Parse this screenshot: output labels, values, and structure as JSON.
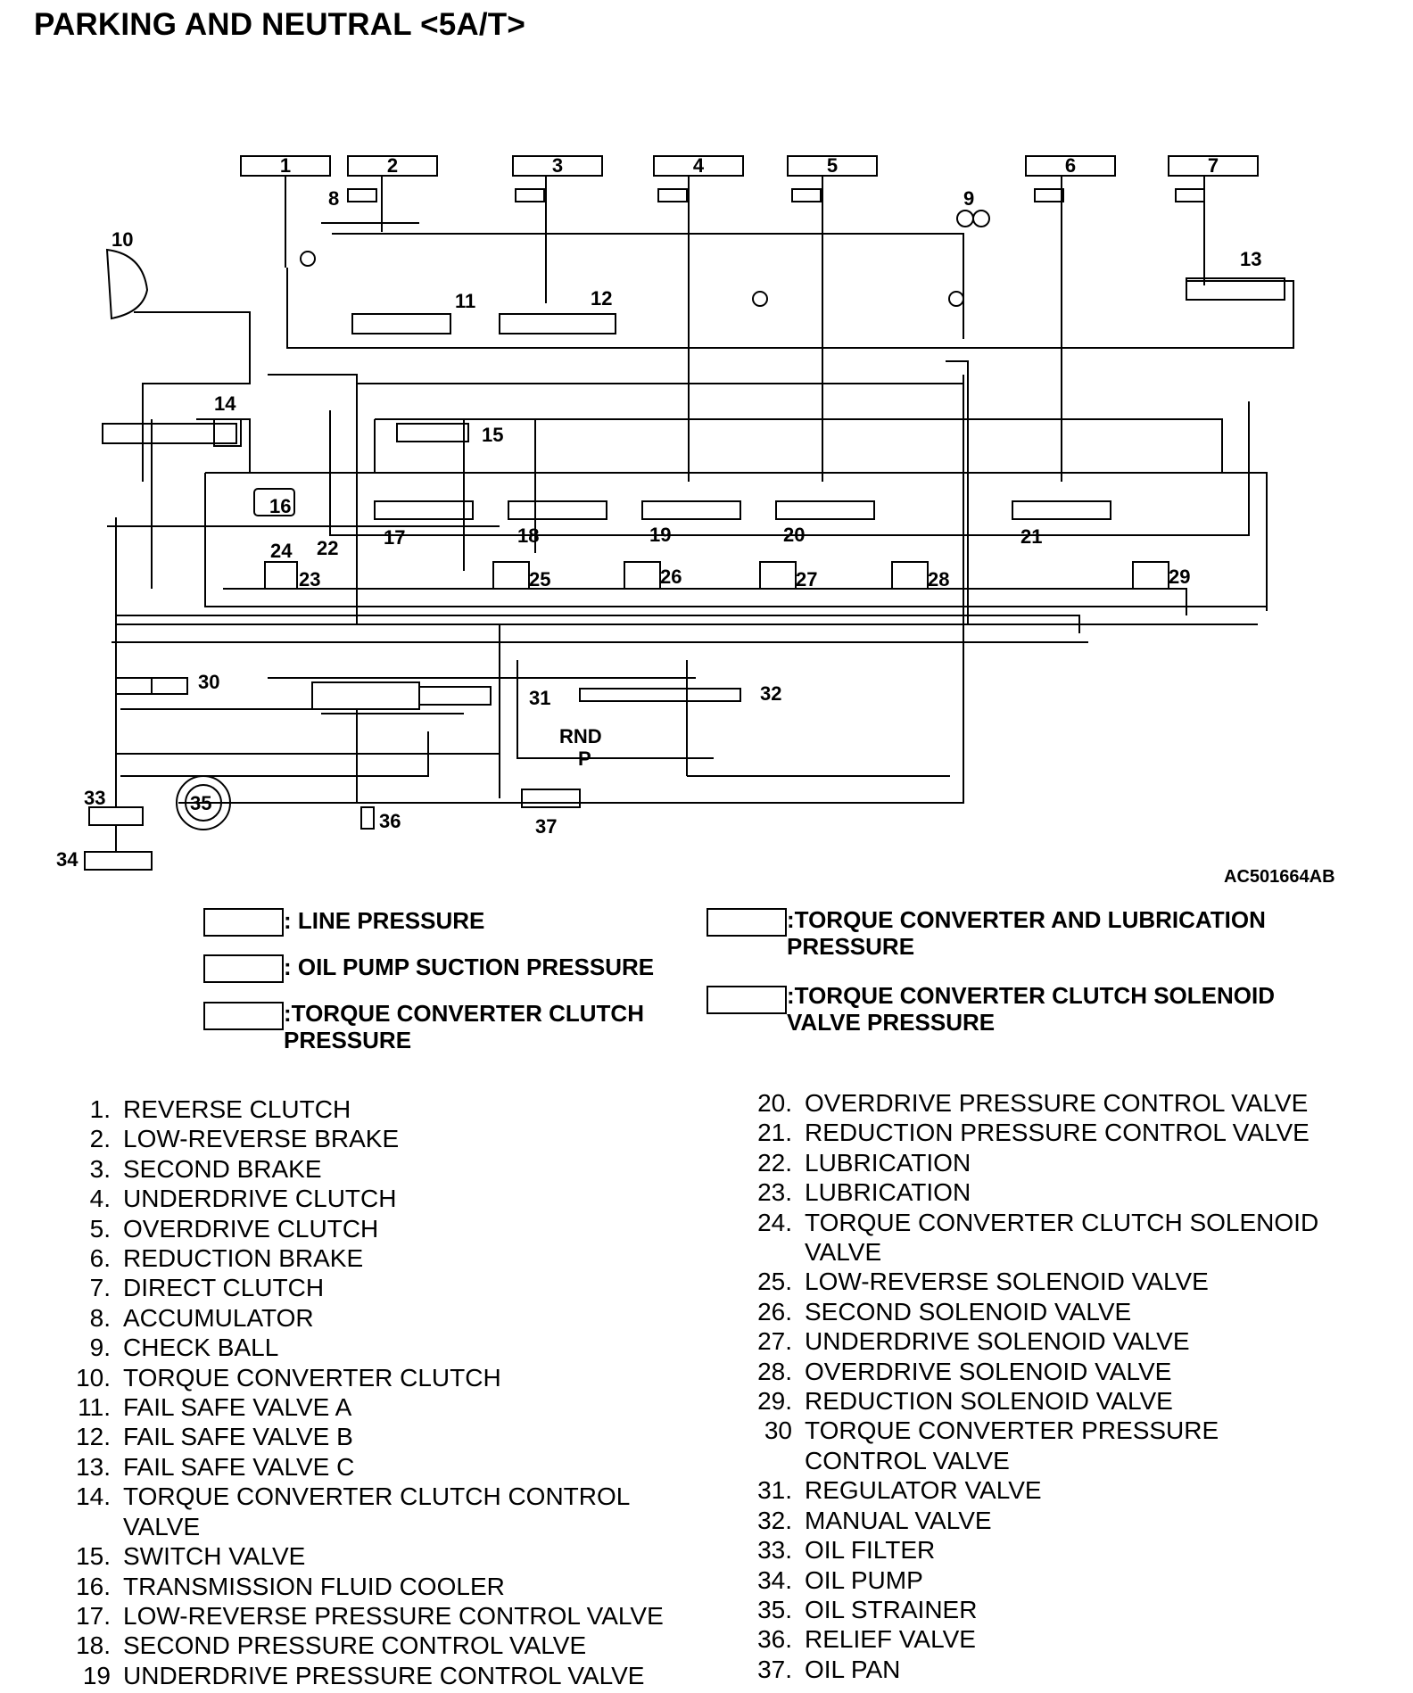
{
  "title": "PARKING AND NEUTRAL <5A/T>",
  "figure_code": "AC501664AB",
  "diagram": {
    "top_numbers": [
      "1",
      "2",
      "3",
      "4",
      "5",
      "6",
      "7"
    ],
    "callouts": [
      "8",
      "9",
      "10",
      "11",
      "12",
      "13",
      "14",
      "15",
      "16",
      "17",
      "18",
      "19",
      "20",
      "21",
      "22",
      "23",
      "24",
      "25",
      "26",
      "27",
      "28",
      "29",
      "30",
      "31",
      "32",
      "33",
      "34",
      "35",
      "36",
      "37"
    ],
    "manual_positions": [
      "RND",
      "P"
    ]
  },
  "legend": [
    {
      "text": ": LINE PRESSURE"
    },
    {
      "text": ": OIL PUMP SUCTION PRESSURE"
    },
    {
      "text": ":TORQUE CONVERTER CLUTCH\n PRESSURE"
    },
    {
      "text": ":TORQUE CONVERTER AND LUBRICATION\n PRESSURE"
    },
    {
      "text": ":TORQUE CONVERTER CLUTCH SOLENOID\n VALVE PRESSURE"
    }
  ],
  "parts_left": [
    {
      "num": "1.",
      "label": "REVERSE CLUTCH"
    },
    {
      "num": "2.",
      "label": "LOW-REVERSE BRAKE"
    },
    {
      "num": "3.",
      "label": "SECOND BRAKE"
    },
    {
      "num": "4.",
      "label": "UNDERDRIVE CLUTCH"
    },
    {
      "num": "5.",
      "label": "OVERDRIVE CLUTCH"
    },
    {
      "num": "6.",
      "label": "REDUCTION BRAKE"
    },
    {
      "num": "7.",
      "label": "DIRECT CLUTCH"
    },
    {
      "num": "8.",
      "label": "ACCUMULATOR"
    },
    {
      "num": "9.",
      "label": "CHECK BALL"
    },
    {
      "num": "10.",
      "label": "TORQUE CONVERTER CLUTCH"
    },
    {
      "num": "11.",
      "label": "FAIL SAFE VALVE A"
    },
    {
      "num": "12.",
      "label": "FAIL SAFE VALVE B"
    },
    {
      "num": "13.",
      "label": "FAIL SAFE VALVE C"
    },
    {
      "num": "14.",
      "label": "TORQUE CONVERTER CLUTCH CONTROL\nVALVE"
    },
    {
      "num": "15.",
      "label": "SWITCH VALVE"
    },
    {
      "num": "16.",
      "label": "TRANSMISSION FLUID COOLER"
    },
    {
      "num": "17.",
      "label": "LOW-REVERSE PRESSURE CONTROL VALVE"
    },
    {
      "num": "18.",
      "label": "SECOND PRESSURE CONTROL VALVE"
    },
    {
      "num": "19",
      "label": "UNDERDRIVE PRESSURE CONTROL VALVE"
    }
  ],
  "parts_right": [
    {
      "num": "20.",
      "label": "OVERDRIVE PRESSURE CONTROL VALVE"
    },
    {
      "num": "21.",
      "label": "REDUCTION PRESSURE CONTROL VALVE"
    },
    {
      "num": "22.",
      "label": "LUBRICATION"
    },
    {
      "num": "23.",
      "label": "LUBRICATION"
    },
    {
      "num": "24.",
      "label": "TORQUE CONVERTER CLUTCH SOLENOID\nVALVE"
    },
    {
      "num": "25.",
      "label": "LOW-REVERSE SOLENOID VALVE"
    },
    {
      "num": "26.",
      "label": "SECOND SOLENOID VALVE"
    },
    {
      "num": "27.",
      "label": "UNDERDRIVE SOLENOID VALVE"
    },
    {
      "num": "28.",
      "label": "OVERDRIVE SOLENOID VALVE"
    },
    {
      "num": "29.",
      "label": "REDUCTION SOLENOID VALVE"
    },
    {
      "num": "30",
      "label": "TORQUE CONVERTER PRESSURE\nCONTROL VALVE"
    },
    {
      "num": "31.",
      "label": "REGULATOR VALVE"
    },
    {
      "num": "32.",
      "label": "MANUAL VALVE"
    },
    {
      "num": "33.",
      "label": "OIL FILTER"
    },
    {
      "num": "34.",
      "label": "OIL PUMP"
    },
    {
      "num": "35.",
      "label": "OIL STRAINER"
    },
    {
      "num": "36.",
      "label": "RELIEF VALVE"
    },
    {
      "num": "37.",
      "label": "OIL PAN"
    }
  ]
}
